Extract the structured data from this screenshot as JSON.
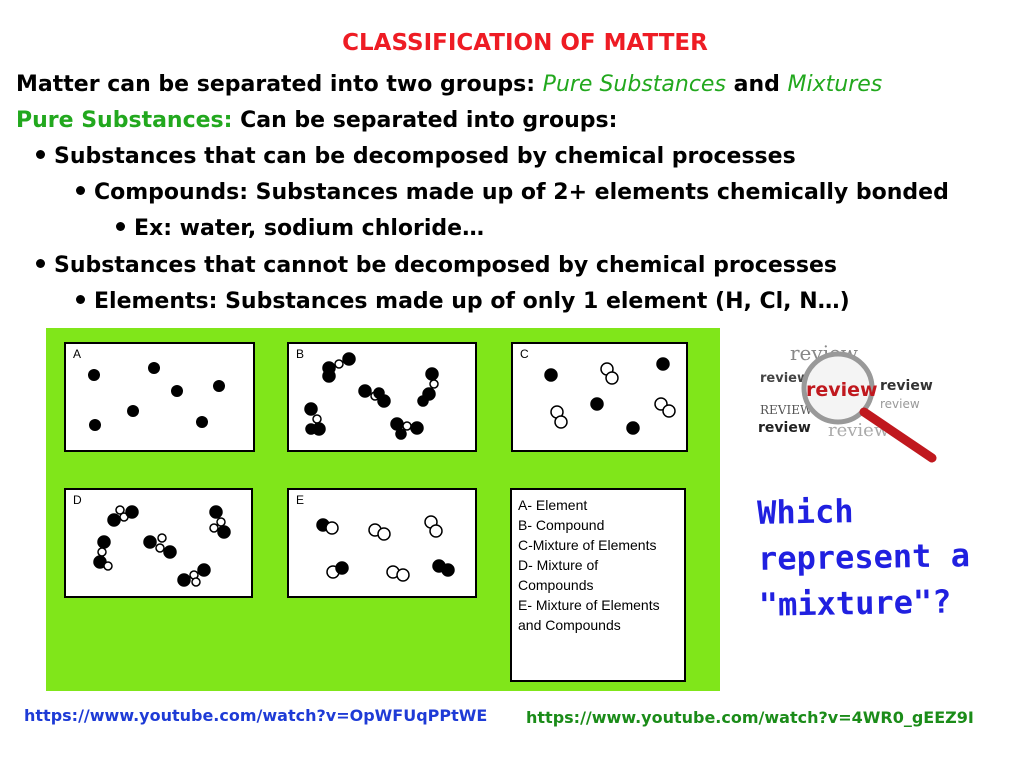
{
  "title": "CLASSIFICATION OF MATTER",
  "intro": {
    "prefix": "Matter can be separated into two groups: ",
    "pure": "Pure Substances",
    "and": " and ",
    "mixtures": "Mixtures"
  },
  "pure_line": {
    "label": "Pure Substances:",
    "text": " Can be separated into groups:"
  },
  "bullets": [
    "Substances that can be decomposed by chemical processes",
    "Compounds: Substances made up of 2+ elements chemically bonded",
    "Ex: water,  sodium chloride…",
    "Substances that cannot be decomposed by chemical processes",
    "Elements: Substances made up of only 1 element (H, Cl, N…)"
  ],
  "boxes": {
    "a": "A",
    "b": "B",
    "c": "C",
    "d": "D",
    "e": "E"
  },
  "legend": [
    "A- Element",
    "B- Compound",
    "C-Mixture of Elements",
    "D- Mixture of",
    "Compounds",
    "E- Mixture of Elements",
    "and Compounds"
  ],
  "review_words": [
    "review",
    "review",
    "review",
    "review",
    "REVIEW",
    "review",
    "review",
    "review"
  ],
  "question": [
    "Which",
    "represent a",
    "\"mixture\"?"
  ],
  "links": [
    "https://www.youtube.com/watch?v=OpWFUqPPtWE",
    "https://www.youtube.com/watch?v=4WR0_gEEZ9I"
  ],
  "colors": {
    "title": "#ee1c24",
    "green_text": "#22a81e",
    "panel": "#80e61a",
    "question": "#2020e0",
    "link1": "#1e3bd6",
    "link2": "#1b8c19",
    "magnifier": "#c0181e"
  }
}
